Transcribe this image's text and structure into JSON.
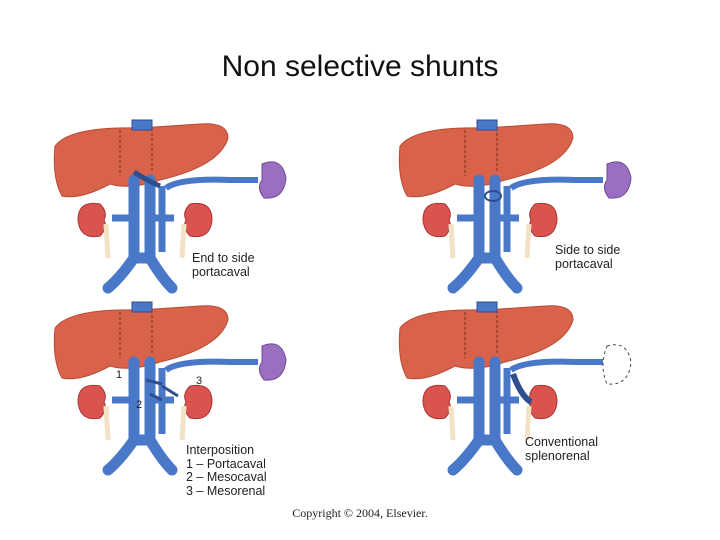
{
  "title": "Non selective shunts",
  "panels": [
    {
      "id": "end-to-side",
      "caption_lines": [
        "End to side",
        "portacaval"
      ]
    },
    {
      "id": "side-to-side",
      "caption_lines": [
        "Side to side",
        "portacaval"
      ]
    },
    {
      "id": "interposition",
      "caption_lines": [
        "Interposition",
        "1 – Portacaval",
        "2 – Mesocaval",
        "3 – Mesorenal"
      ],
      "markers": [
        "1",
        "2",
        "3"
      ]
    },
    {
      "id": "conventional-splenorenal",
      "caption_lines": [
        "Conventional",
        "splenorenal"
      ]
    }
  ],
  "copyright": "Copyright © 2004, Elsevier.",
  "colors": {
    "liver": "#d9634a",
    "vein": "#4a78c8",
    "kidney": "#d9534f",
    "spleen": "#9a6fc0",
    "ureter": "#f3e2c4"
  }
}
